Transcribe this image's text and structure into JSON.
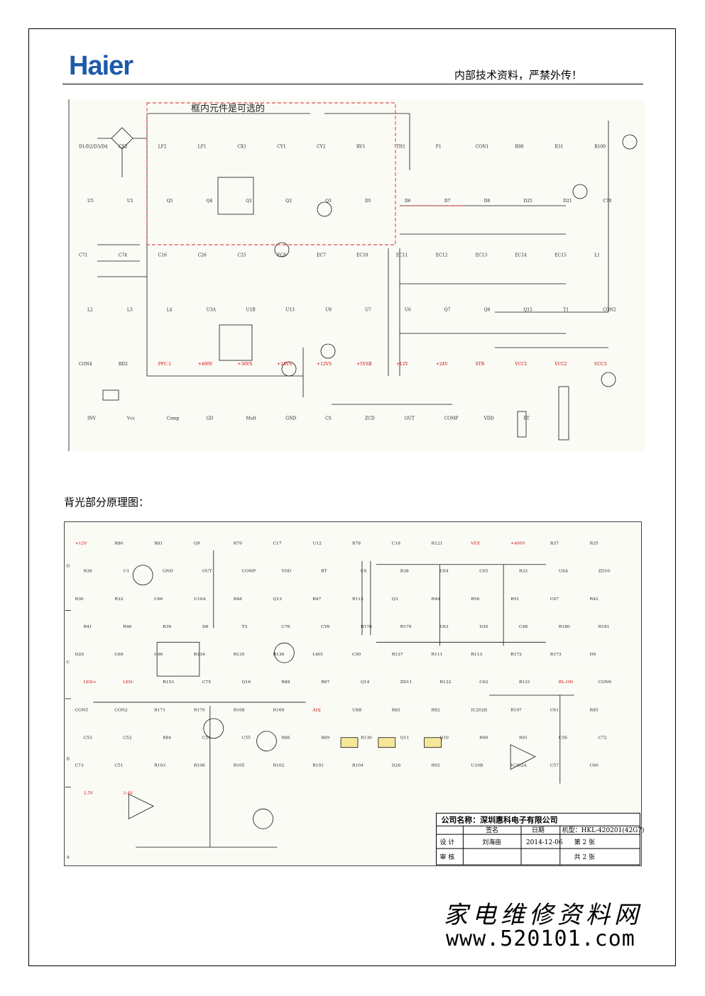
{
  "header": {
    "logo_text": "Haier",
    "notice": "内部技术资料，严禁外传！",
    "brand_color": "#1d5aa8"
  },
  "schematic_top": {
    "note": "框内元件是可选的",
    "labels": [
      "D1/D2/D3/D4",
      "CX2",
      "LF2",
      "LF1",
      "CX1",
      "CY1",
      "CY2",
      "RV1",
      "TH1",
      "F1",
      "CON1",
      "R98",
      "R31",
      "R100",
      "U5",
      "U1",
      "Q5",
      "Q4",
      "Q1",
      "Q2",
      "Q3",
      "D5",
      "D6",
      "D7",
      "D8",
      "D25",
      "D21",
      "C70",
      "C71",
      "C74",
      "C16",
      "C26",
      "C25",
      "EC8",
      "EC7",
      "EC10",
      "EC11",
      "EC12",
      "EC13",
      "EC14",
      "EC15",
      "L1",
      "L2",
      "L3",
      "L4",
      "U3A",
      "U1B",
      "U13",
      "U9",
      "U7",
      "U6",
      "Q7",
      "Q8",
      "Q15",
      "T1",
      "CON2",
      "CON4",
      "BD2",
      "PFC-1",
      "+400V",
      "+36VS",
      "+24VS",
      "+12VS",
      "+5VSB",
      "+12V",
      "+24V",
      "STB",
      "VCC1",
      "VCC2",
      "VCC3",
      "INV",
      "Vcc",
      "Comp",
      "GD",
      "Mult",
      "GND",
      "CS",
      "ZCD",
      "OUT",
      "COMP",
      "VDD",
      "RT"
    ],
    "ic_u5_pins": [
      "INV",
      "Vcc",
      "Comp",
      "GD",
      "Mult",
      "GND",
      "CS",
      "ZCD"
    ],
    "ic_u1_pins": [
      "GND",
      "OUT",
      "COMP",
      "VDD",
      "RT",
      "CS"
    ]
  },
  "section_label": "背光部分原理图：",
  "schematic_bottom": {
    "row_letters": [
      "D",
      "C",
      "B",
      "A"
    ],
    "labels": [
      "+12V",
      "R80",
      "R81",
      "Q9",
      "R79",
      "C17",
      "U12",
      "R78",
      "C18",
      "R121",
      "VEE",
      "+400V",
      "R37",
      "R35",
      "R36",
      "U1",
      "GND",
      "OUT",
      "COMP",
      "VDD",
      "RT",
      "CS",
      "R38",
      "C64",
      "C65",
      "R33",
      "U8A",
      "ZD10",
      "R30",
      "R32",
      "C66",
      "U10A",
      "R48",
      "Q13",
      "R47",
      "R112",
      "Q3",
      "R49",
      "R50",
      "R51",
      "C67",
      "R42",
      "R41",
      "R40",
      "R39",
      "D6",
      "T2",
      "C76",
      "CY6",
      "R178",
      "R179",
      "C63",
      "D30",
      "C48",
      "R180",
      "R181",
      "D29",
      "C69",
      "C46",
      "R134",
      "R135",
      "R136",
      "L401",
      "C50",
      "R137",
      "R111",
      "R113",
      "R172",
      "R173",
      "D9",
      "LED+",
      "LED-",
      "R153",
      "C75",
      "Q16",
      "R88",
      "R87",
      "Q14",
      "ZD11",
      "R132",
      "C62",
      "R131",
      "BL-ON",
      "CON6",
      "CON5",
      "CON2",
      "R171",
      "R170",
      "R168",
      "R169",
      "ADJ",
      "U8B",
      "R83",
      "R82",
      "IC202B",
      "R107",
      "C61",
      "R85",
      "C53",
      "C52",
      "R84",
      "C54",
      "C55",
      "R86",
      "R89",
      "R130",
      "Q11",
      "Q10",
      "R90",
      "R91",
      "C56",
      "C72",
      "C73",
      "C51",
      "R103",
      "R106",
      "R105",
      "R102",
      "R101",
      "R104",
      "D26",
      "R92",
      "U10B",
      "IC202A",
      "C57",
      "C60",
      "2.5V",
      "3.4V"
    ]
  },
  "title_block": {
    "company": "公司名称：深圳惠科电子有限公司",
    "col_sign": "签名",
    "col_date": "日期",
    "col_model": "机型：HKL-420201(42G7)",
    "row_design": "设 计",
    "designer": "刘海亩",
    "design_date": "2014-12-06",
    "sheet": "第 2 张",
    "row_review": "审 核",
    "total": "共 2 张"
  },
  "footer": {
    "site_name": "家电维修资料网",
    "site_url": "www.520101.com"
  }
}
